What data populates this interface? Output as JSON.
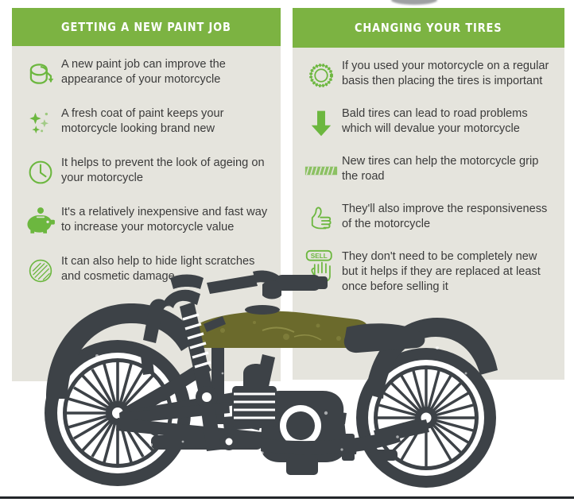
{
  "theme": {
    "green": "#7cb342",
    "panel_bg": "#e5e4dd",
    "text": "#3b3b3b",
    "icon_green": "#6cb73f",
    "moto_body": "#3d4247",
    "moto_tank": "#6b6a2c",
    "page_bg": "#ffffff",
    "rule": "#23272a"
  },
  "columns": [
    {
      "id": "paint-job",
      "header": "GETTING A NEW PAINT JOB",
      "items": [
        {
          "icon": "paint-bucket-icon",
          "text": "A new paint job can improve the appearance of your motorcycle"
        },
        {
          "icon": "sparkles-icon",
          "text": "A fresh coat of paint keeps your motorcycle looking brand new"
        },
        {
          "icon": "clock-icon",
          "text": "It helps to prevent the look of ageing on your motorcycle"
        },
        {
          "icon": "piggy-bank-icon",
          "text": "It's a relatively inexpensive and fast way to increase your motorcycle value"
        },
        {
          "icon": "scratches-circle-icon",
          "text": "It can also help to hide light scratches and cosmetic damage"
        }
      ]
    },
    {
      "id": "changing-tires",
      "header": "CHANGING YOUR TIRES",
      "items": [
        {
          "icon": "tire-icon",
          "text": "If you used your motorcycle on a regular basis then placing the tires is important"
        },
        {
          "icon": "down-arrow-icon",
          "text": "Bald tires can lead to road problems which will devalue your motorcycle"
        },
        {
          "icon": "tire-tread-icon",
          "text": "New tires can help the motorcycle grip the road"
        },
        {
          "icon": "thumbs-up-icon",
          "text": "They'll also improve the responsiveness of the motorcycle"
        },
        {
          "icon": "sell-sign-hand-icon",
          "text": "They don't need to be completely new but it helps if they are replaced at least once before selling it",
          "badge": "SELL"
        }
      ]
    }
  ],
  "illustration": {
    "name": "vintage-motorcycle-illustration",
    "alt": "Side view illustration of a vintage motorcycle with olive fuel tank"
  }
}
